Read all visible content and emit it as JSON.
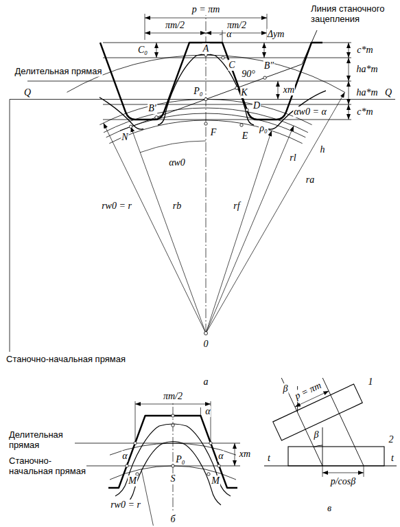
{
  "diagram": {
    "labels": [
      "p = πm",
      "πm/2",
      "πm/2",
      "Линия станочного зацепления",
      "Δym",
      "α",
      "A",
      "C₀",
      "C",
      "c*m",
      "ha*m",
      "Делительная прямая",
      "B″",
      "xm",
      "90°",
      "K",
      "P₀",
      "ha*m",
      "Q",
      "Q",
      "αw0 = α",
      "c*m",
      "B′",
      "D",
      "F",
      "N",
      "E",
      "ρ₀",
      "h",
      "αw0",
      "rb",
      "rw0 = r",
      "rf",
      "rl",
      "ra",
      "0",
      "Станочно-начальная прямая",
      "а",
      "πm/2",
      "α",
      "Делительная прямая",
      "xm",
      "Станочно- начальная прямая",
      "α",
      "P₀",
      "α",
      "M",
      "M",
      "S",
      "rw0 = r",
      "б",
      "p = πm",
      "β",
      "β",
      "1",
      "2",
      "t",
      "t",
      "p/cosβ",
      "в"
    ]
  }
}
